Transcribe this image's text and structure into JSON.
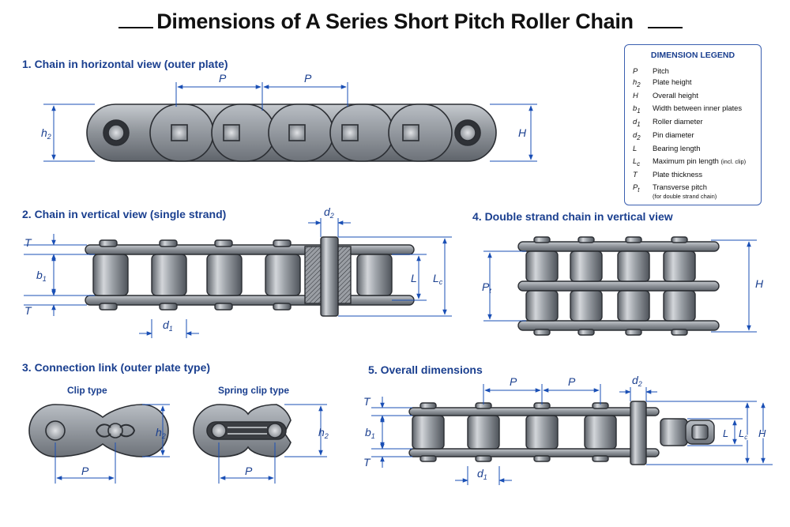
{
  "title": "Dimensions of A Series Short Pitch Roller Chain",
  "sections": {
    "s1": "1. Chain in horizontal view (outer plate)",
    "s2": "2. Chain in vertical view (single strand)",
    "s3": "3. Connection link (outer plate type)",
    "s3_clip": "Clip type",
    "s3_spring": "Spring clip type",
    "s4": "4. Double strand chain in vertical view",
    "s5": "5. Overall dimensions"
  },
  "symbols": {
    "P": "P",
    "h": "h",
    "two": "2",
    "one": "1",
    "H": "H",
    "T": "T",
    "b": "b",
    "d": "d",
    "L": "L",
    "c": "c",
    "t": "t"
  },
  "legend": {
    "title": "DIMENSION LEGEND",
    "items": [
      {
        "sym": "P",
        "sub": "",
        "text": "Pitch",
        "note": ""
      },
      {
        "sym": "h",
        "sub": "2",
        "text": "Plate height",
        "note": ""
      },
      {
        "sym": "H",
        "sub": "",
        "text": "Overall height",
        "note": ""
      },
      {
        "sym": "b",
        "sub": "1",
        "text": "Width between inner plates",
        "note": ""
      },
      {
        "sym": "d",
        "sub": "1",
        "text": "Roller diameter",
        "note": ""
      },
      {
        "sym": "d",
        "sub": "2",
        "text": "Pin diameter",
        "note": ""
      },
      {
        "sym": "L",
        "sub": "",
        "text": "Bearing length",
        "note": ""
      },
      {
        "sym": "L",
        "sub": "c",
        "text": "Maximum pin length ",
        "note": "(incl. clip)"
      },
      {
        "sym": "T",
        "sub": "",
        "text": "Plate thickness",
        "note": ""
      },
      {
        "sym": "P",
        "sub": "t",
        "text": "Transverse pitch",
        "note": "(for double strand chain)"
      }
    ]
  },
  "colors": {
    "dim": "#1a4fb5",
    "text": "#1a3f8f",
    "steel": "#8f949a",
    "outline": "#2b2e33"
  }
}
